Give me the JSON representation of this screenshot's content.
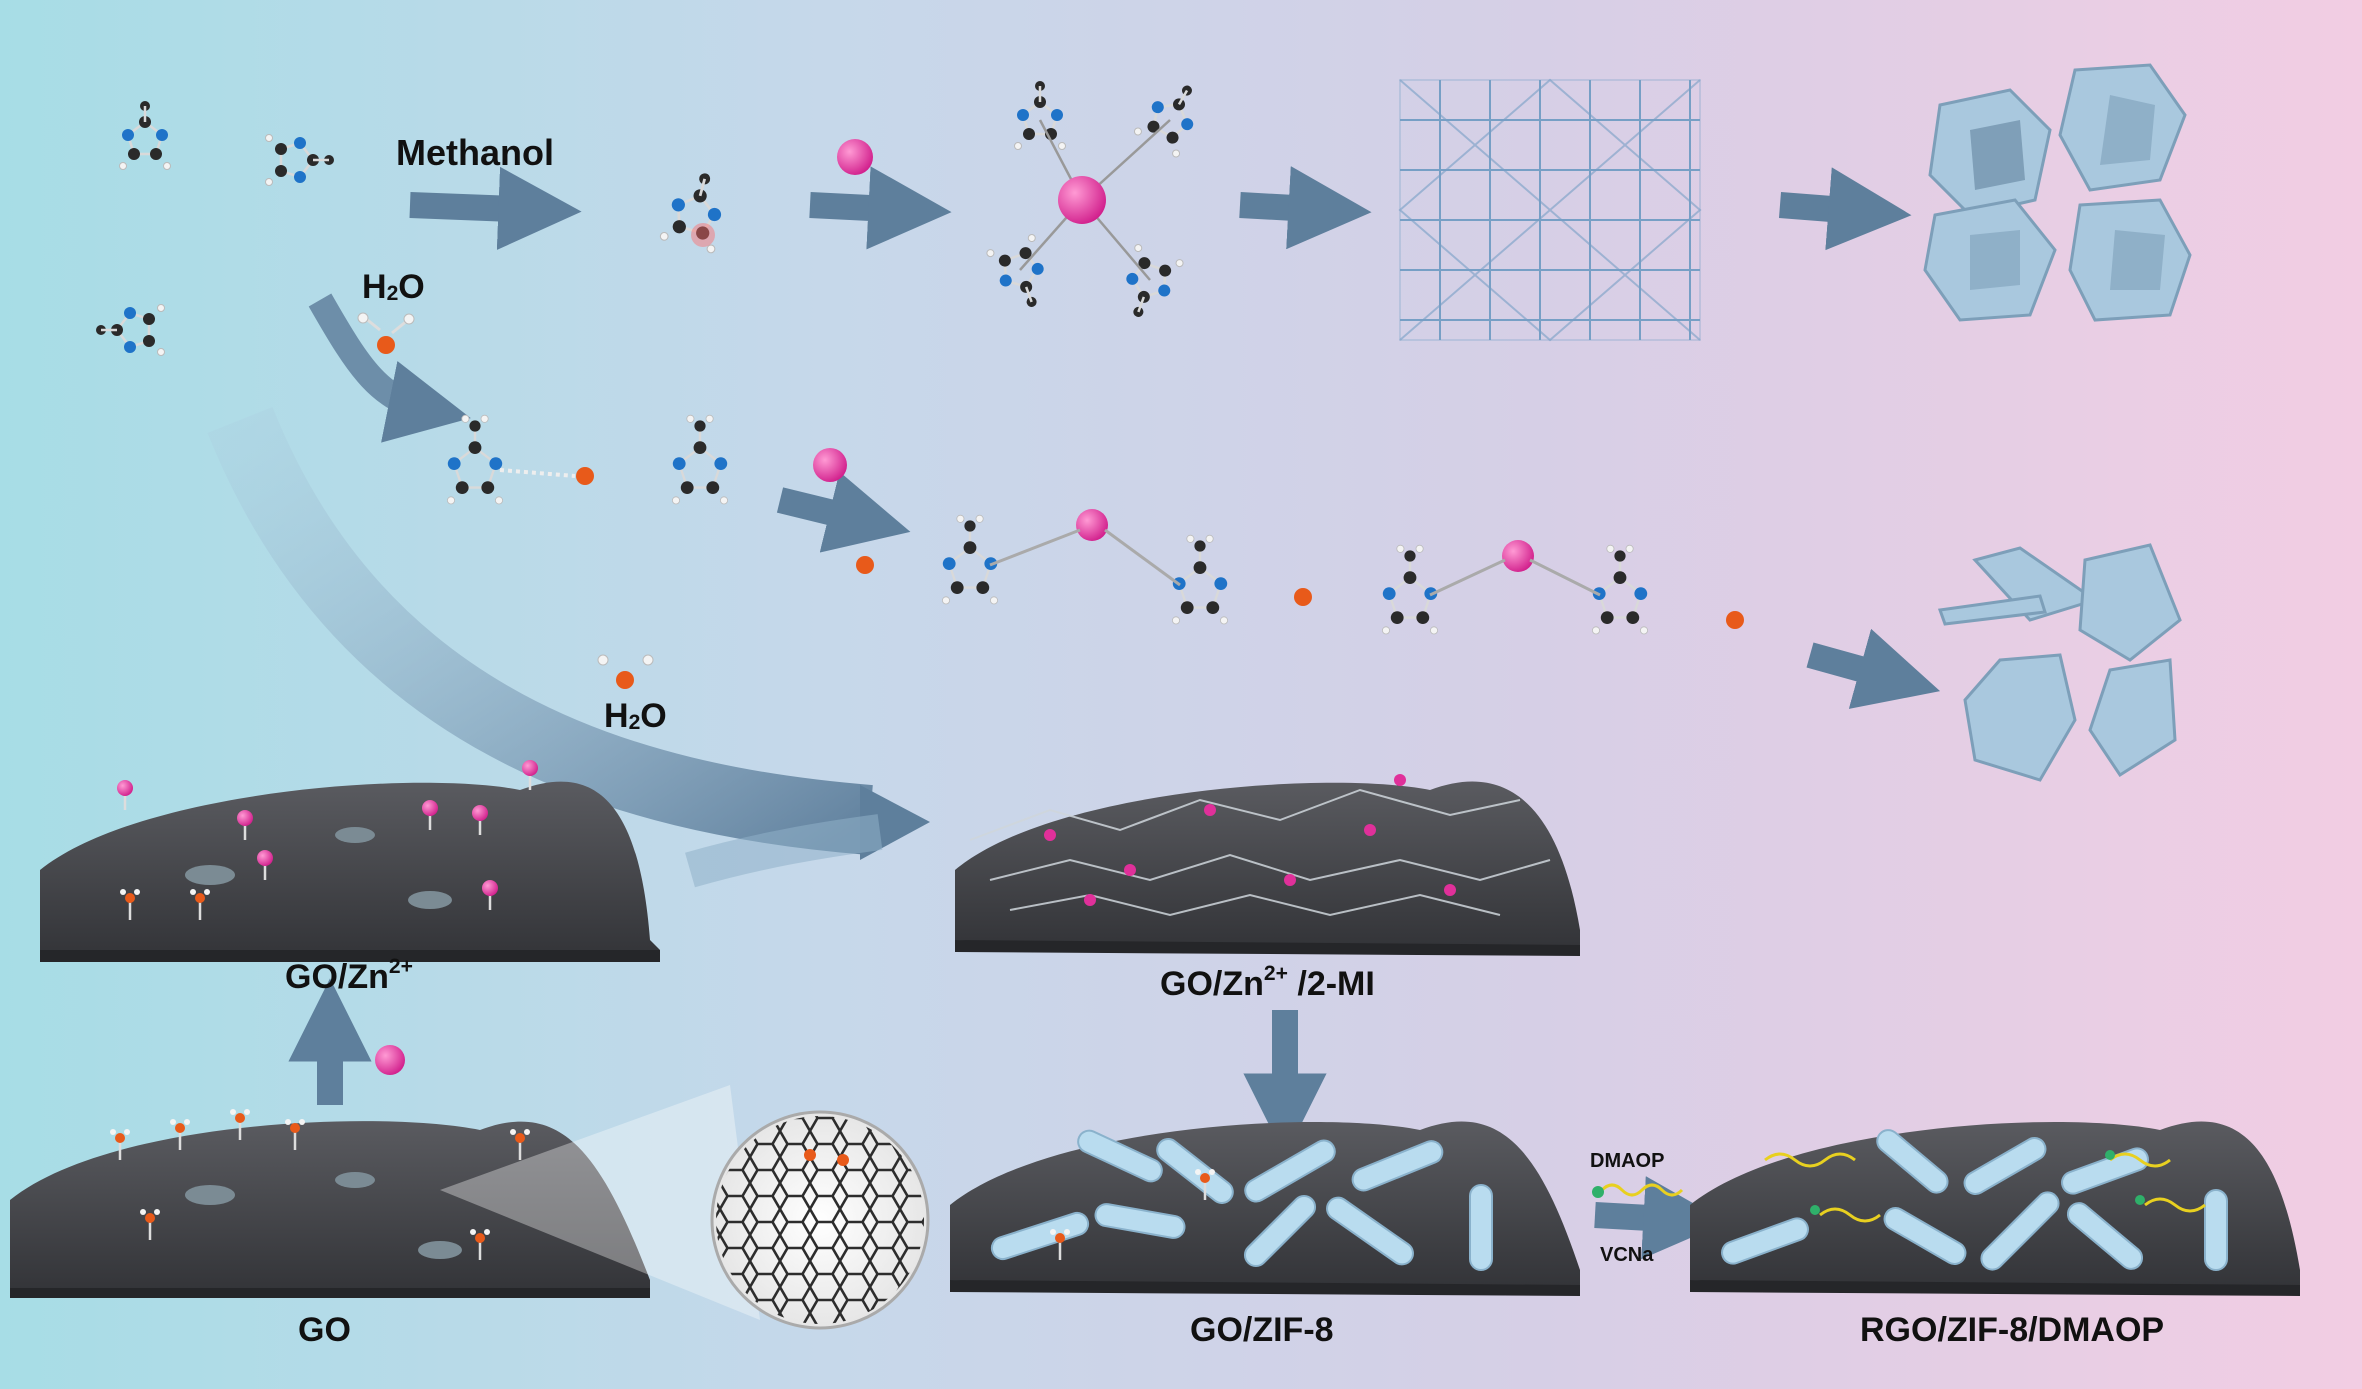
{
  "labels": {
    "methanol": "Methanol",
    "water_top": {
      "main": "H",
      "sub": "2",
      "tail": "O"
    },
    "water_mid": {
      "main": "H",
      "sub": "2",
      "tail": "O"
    },
    "go_zn": {
      "main": "GO/Zn",
      "sup": "2+"
    },
    "go_zn_mi": {
      "main": "GO/Zn",
      "sup": "2+",
      "tail": " /2-MI"
    },
    "go": "GO",
    "go_zif8": "GO/ZIF-8",
    "rgo_zif8_dmaop": "RGO/ZIF-8/DMAOP",
    "dmaop": "DMAOP",
    "vcna": "VCNa"
  },
  "colors": {
    "background_left": "#a7dde6",
    "background_right": "#f2cde3",
    "sheet": "#4a4b4f",
    "arrow": "#5e7f9c",
    "zinc": "#e0309a",
    "nitrogen": "#1f73c8",
    "carbon": "#2a2a2a",
    "hydrogen": "#f4f4f4",
    "oxygen": "#e85a1a",
    "crystal": "#9fc4dc",
    "rod": "#b9dcef",
    "dmaop_chain": "#e8d020"
  }
}
